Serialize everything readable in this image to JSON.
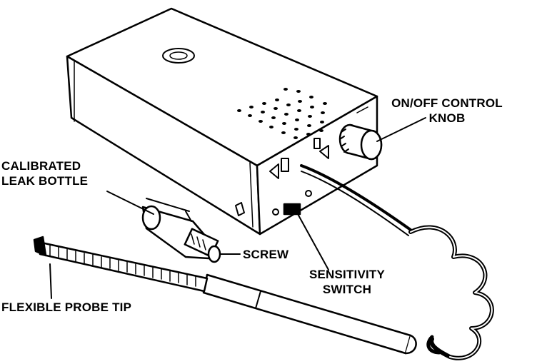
{
  "labels": {
    "on_off_line1": "ON/OFF CONTROL",
    "on_off_line2": "KNOB",
    "calibrated_line1": "CALIBRATED",
    "calibrated_line2": "LEAK BOTTLE",
    "screw": "SCREW",
    "sensitivity_line1": "SENSITIVITY",
    "sensitivity_line2": "SWITCH",
    "flexible_probe_tip": "FLEXIBLE PROBE TIP"
  },
  "colors": {
    "ink": "#000000",
    "paper": "#ffffff"
  }
}
